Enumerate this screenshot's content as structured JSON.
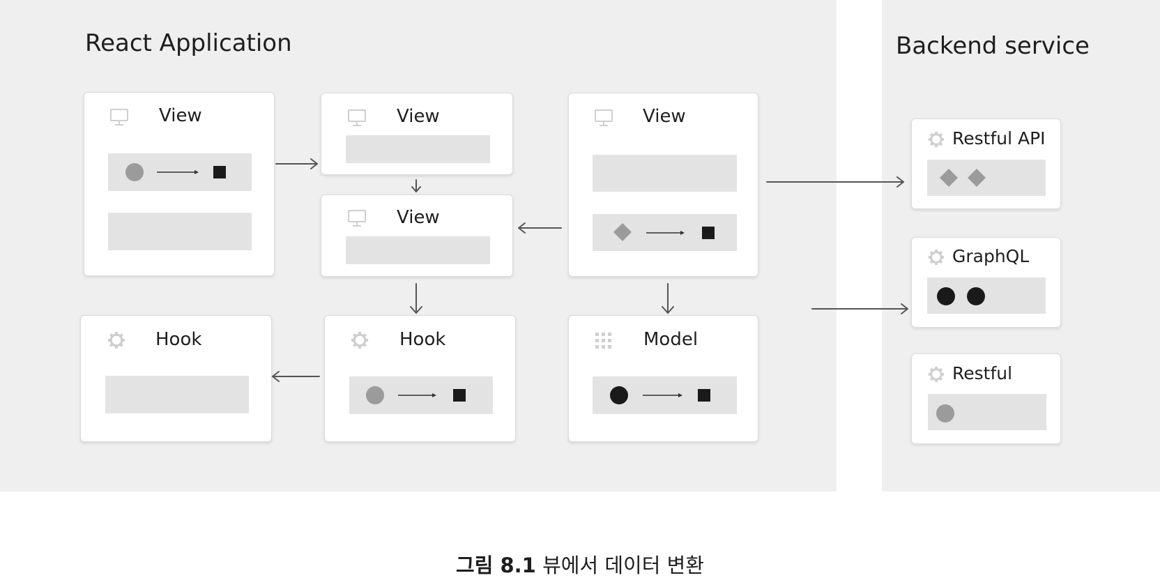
{
  "sections": {
    "react_title": "React Application",
    "backend_title": "Backend service"
  },
  "cards": {
    "view1": "View",
    "view2": "View",
    "view3": "View",
    "view4": "View",
    "hook1": "Hook",
    "hook2": "Hook",
    "model": "Model",
    "restful_api": "Restful API",
    "graphql": "GraphQL",
    "restful": "Restful"
  },
  "caption": {
    "figure": "그림 8.1",
    "text": "뷰에서 데이터 변환"
  },
  "icons": {
    "view": "monitor-icon",
    "hook": "gear-icon",
    "model": "grid-icon",
    "service": "gear-icon"
  },
  "colors": {
    "panel": "#efefef",
    "bar": "#e3e3e3",
    "symbol_gray": "#9b9b9b",
    "symbol_dark": "#1a1a1a",
    "icon": "#cfcfcf"
  }
}
